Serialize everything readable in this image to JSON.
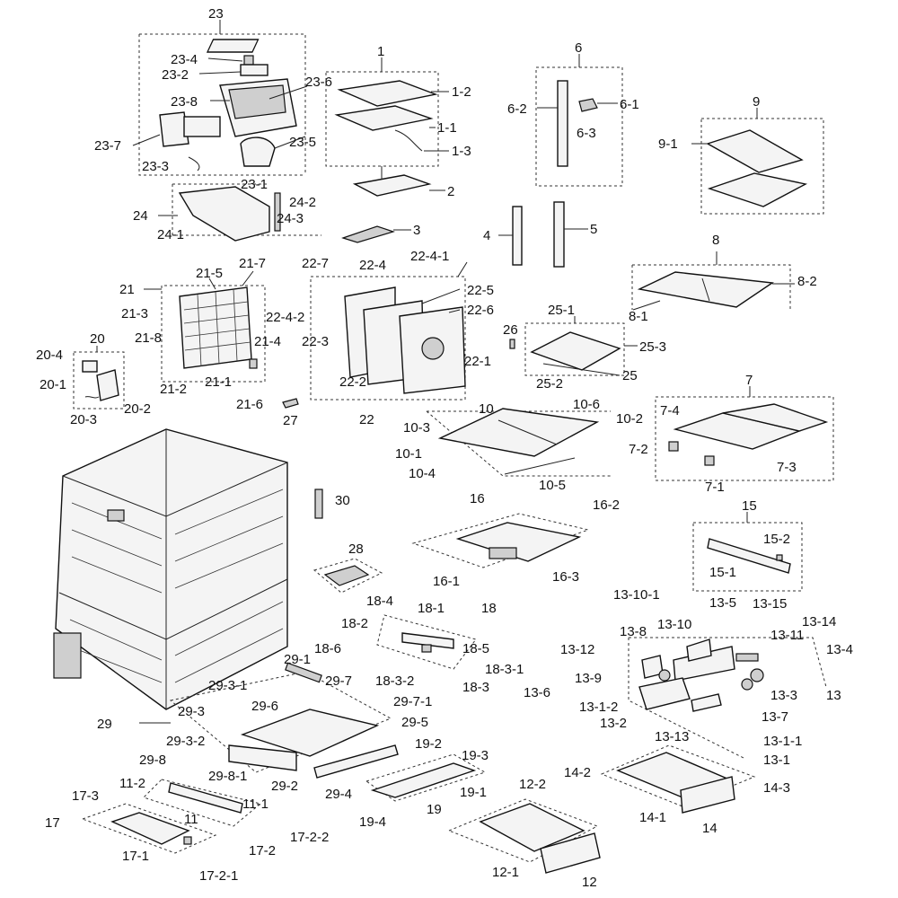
{
  "labels": {
    "l23": "23",
    "l23_4": "23-4",
    "l23_2": "23-2",
    "l23_6": "23-6",
    "l23_8": "23-8",
    "l23_7": "23-7",
    "l23_5": "23-5",
    "l23_3": "23-3",
    "l23_1": "23-1",
    "l24": "24",
    "l24_2": "24-2",
    "l24_3": "24-3",
    "l24_1": "24-1",
    "l1": "1",
    "l1_2": "1-2",
    "l1_1": "1-1",
    "l1_3": "1-3",
    "l2": "2",
    "l3": "3",
    "l4": "4",
    "l5": "5",
    "l6": "6",
    "l6_2": "6-2",
    "l6_1": "6-1",
    "l6_3": "6-3",
    "l9": "9",
    "l9_1": "9-1",
    "l8": "8",
    "l8_2": "8-2",
    "l8_1": "8-1",
    "l21": "21",
    "l21_5": "21-5",
    "l21_7": "21-7",
    "l21_3": "21-3",
    "l21_8": "21-8",
    "l21_4": "21-4",
    "l21_2": "21-2",
    "l21_1": "21-1",
    "l21_6": "21-6",
    "l22_7": "22-7",
    "l22_4": "22-4",
    "l22_4_1": "22-4-1",
    "l22_5": "22-5",
    "l22_4_2": "22-4-2",
    "l22_6": "22-6",
    "l22_3": "22-3",
    "l22_1": "22-1",
    "l22_2": "22-2",
    "l22": "22",
    "l26": "26",
    "l25_1": "25-1",
    "l25_3": "25-3",
    "l25": "25",
    "l25_2": "25-2",
    "l20": "20",
    "l20_4": "20-4",
    "l20_1": "20-1",
    "l20_2": "20-2",
    "l20_3": "20-3",
    "l27": "27",
    "l10": "10",
    "l10_6": "10-6",
    "l10_3": "10-3",
    "l10_2": "10-2",
    "l10_1": "10-1",
    "l10_4": "10-4",
    "l10_5": "10-5",
    "l7": "7",
    "l7_4": "7-4",
    "l7_2": "7-2",
    "l7_3": "7-3",
    "l7_1": "7-1",
    "l30": "30",
    "l16": "16",
    "l16_2": "16-2",
    "l16_1": "16-1",
    "l16_3": "16-3",
    "l15": "15",
    "l15_2": "15-2",
    "l15_1": "15-1",
    "l28": "28",
    "l18_4": "18-4",
    "l18_1": "18-1",
    "l18": "18",
    "l18_2": "18-2",
    "l18_6": "18-6",
    "l18_5": "18-5",
    "l18_3_1": "18-3-1",
    "l18_3_2": "18-3-2",
    "l18_3": "18-3",
    "l13_10_1": "13-10-1",
    "l13_5": "13-5",
    "l13_15": "13-15",
    "l13_14": "13-14",
    "l13_8": "13-8",
    "l13_10": "13-10",
    "l13_11": "13-11",
    "l13_12": "13-12",
    "l13_4": "13-4",
    "l13_9": "13-9",
    "l13_3": "13-3",
    "l13": "13",
    "l13_6": "13-6",
    "l13_1_2": "13-1-2",
    "l13_7": "13-7",
    "l13_2": "13-2",
    "l13_1_1": "13-1-1",
    "l13_13": "13-13",
    "l13_1": "13-1",
    "l29_1": "29-1",
    "l29_3_1": "29-3-1",
    "l29_7": "29-7",
    "l29_6": "29-6",
    "l29_7_1": "29-7-1",
    "l29": "29",
    "l29_3": "29-3",
    "l29_5": "29-5",
    "l29_3_2": "29-3-2",
    "l29_8": "29-8",
    "l29_8_1": "29-8-1",
    "l29_2": "29-2",
    "l29_4": "29-4",
    "l19_2": "19-2",
    "l19_3": "19-3",
    "l19_1": "19-1",
    "l19": "19",
    "l19_4": "19-4",
    "l14_2": "14-2",
    "l14_3": "14-3",
    "l14_1": "14-1",
    "l14": "14",
    "l11_2": "11-2",
    "l11_1": "11-1",
    "l11": "11",
    "l17_3": "17-3",
    "l17": "17",
    "l17_2_2": "17-2-2",
    "l17_2": "17-2",
    "l17_1": "17-1",
    "l17_2_1": "17-2-1",
    "l12_2": "12-2",
    "l12_1": "12-1",
    "l12": "12"
  }
}
